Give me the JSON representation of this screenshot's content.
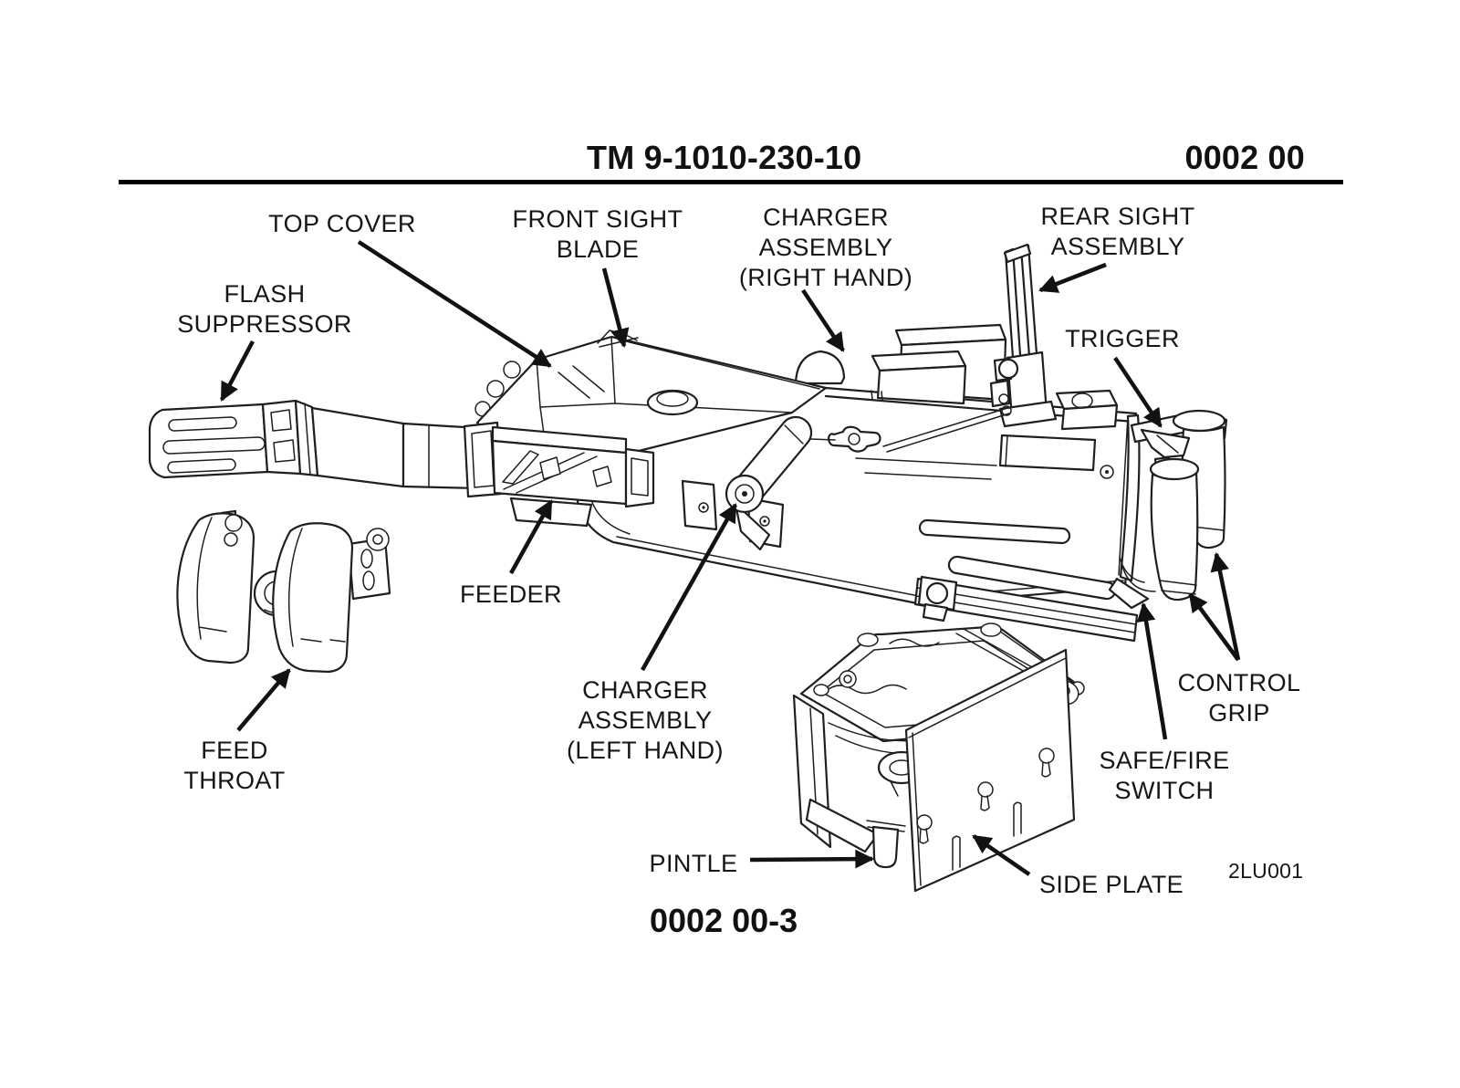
{
  "header": {
    "tm_number": "TM 9-1010-230-10",
    "page_code": "0002 00"
  },
  "footer": {
    "page_number": "0002 00-3"
  },
  "figure": {
    "figure_code": "2LU001",
    "callouts": [
      {
        "id": "top-cover",
        "lines": [
          "TOP COVER"
        ]
      },
      {
        "id": "front-sight-blade",
        "lines": [
          "FRONT SIGHT",
          "BLADE"
        ]
      },
      {
        "id": "charger-assembly-right",
        "lines": [
          "CHARGER",
          "ASSEMBLY",
          "(RIGHT HAND)"
        ]
      },
      {
        "id": "rear-sight-assembly",
        "lines": [
          "REAR SIGHT",
          "ASSEMBLY"
        ]
      },
      {
        "id": "flash-suppressor",
        "lines": [
          "FLASH",
          "SUPPRESSOR"
        ]
      },
      {
        "id": "trigger",
        "lines": [
          "TRIGGER"
        ]
      },
      {
        "id": "feeder",
        "lines": [
          "FEEDER"
        ]
      },
      {
        "id": "feed-throat",
        "lines": [
          "FEED",
          "THROAT"
        ]
      },
      {
        "id": "charger-assembly-left",
        "lines": [
          "CHARGER",
          "ASSEMBLY",
          "(LEFT HAND)"
        ]
      },
      {
        "id": "control-grip",
        "lines": [
          "CONTROL",
          "GRIP"
        ]
      },
      {
        "id": "safe-fire-switch",
        "lines": [
          "SAFE/FIRE",
          "SWITCH"
        ]
      },
      {
        "id": "pintle",
        "lines": [
          "PINTLE"
        ]
      },
      {
        "id": "side-plate",
        "lines": [
          "SIDE PLATE"
        ]
      }
    ]
  }
}
